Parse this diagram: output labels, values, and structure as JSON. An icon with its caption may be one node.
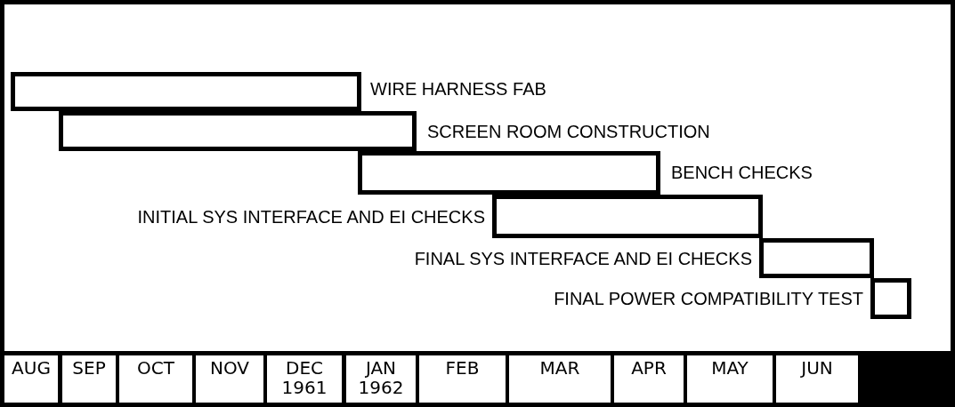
{
  "diagram": {
    "nodes": [
      {
        "text": [],
        "shape": "bar",
        "beside": [
          "WIRE HARNESS FAB"
        ]
      },
      {
        "text": [],
        "shape": "bar",
        "beside": [
          "SCREEN ROOM CONSTRUCTION"
        ]
      },
      {
        "text": [],
        "shape": "bar",
        "beside": [
          "BENCH CHECKS"
        ]
      },
      {
        "text": [],
        "shape": "bar",
        "beside": [
          "INITIAL SYS INTERFACE AND EI CHECKS"
        ]
      },
      {
        "text": [],
        "shape": "bar",
        "beside": [
          "FINAL SYS INTERFACE AND EI CHECKS"
        ]
      },
      {
        "text": [],
        "shape": "bar",
        "beside": [
          "FINAL POWER COMPATIBILITY TEST"
        ]
      }
    ],
    "edges": [],
    "labels": [
      "AUG",
      "SEP",
      "OCT",
      "NOV",
      "DEC 1961",
      "JAN 1962",
      "FEB",
      "MAR",
      "APR",
      "MAY",
      "JUN"
    ]
  }
}
